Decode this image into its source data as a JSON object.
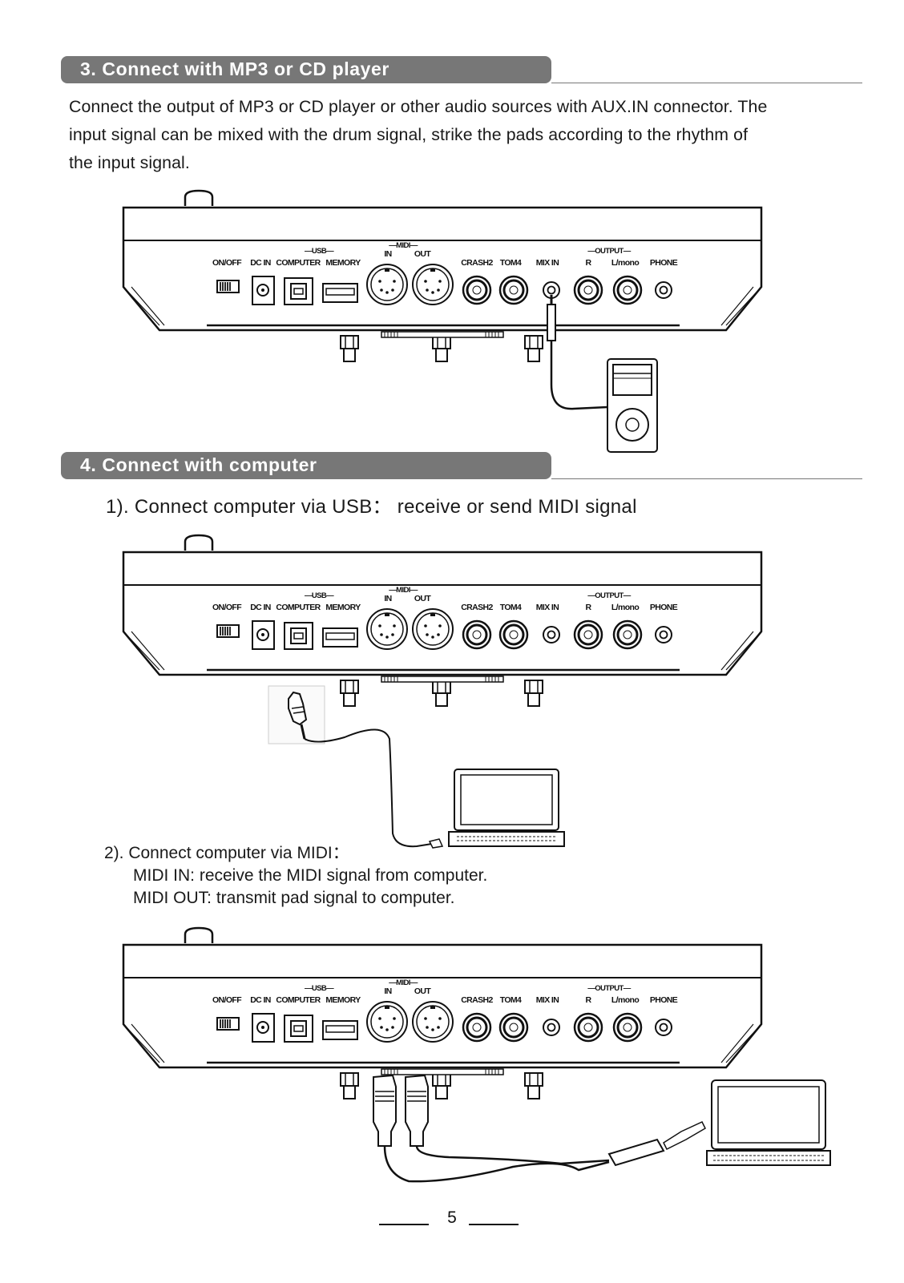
{
  "section3": {
    "title": "3. Connect with MP3 or CD player",
    "body": [
      "Connect the output of MP3 or CD player or other audio sources with AUX.IN connector. The",
      "input signal can be mixed with the drum signal, strike the pads according to the rhythm of",
      "the  input signal."
    ]
  },
  "section4": {
    "title": "4. Connect with computer",
    "step1": "1). Connect computer via USB：  receive or send MIDI signal",
    "step2": "2). Connect computer via MIDI：",
    "step2_lines": [
      "MIDI IN: receive the MIDI signal from computer.",
      "MIDI OUT: transmit pad signal to  computer."
    ]
  },
  "panel": {
    "usb_group": "USB",
    "midi_group": "MIDI",
    "output_group": "OUTPUT",
    "on_off": "ON/OFF",
    "dc_in": "DC IN",
    "computer": "COMPUTER",
    "memory": "MEMORY",
    "midi_in": "IN",
    "midi_out": "OUT",
    "crash2": "CRASH2",
    "tom4": "TOM4",
    "mix_in": "MIX IN",
    "out_r": "R",
    "out_l": "L/mono",
    "phone": "PHONE"
  },
  "page_number": "5"
}
